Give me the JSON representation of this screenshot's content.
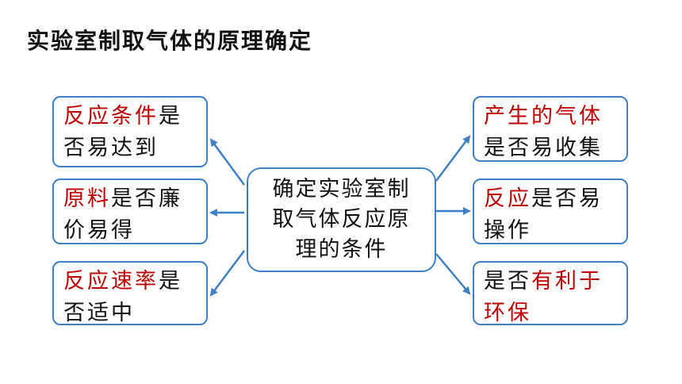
{
  "title": "实验室制取气体的原理确定",
  "center": {
    "lines": [
      "确定实验室制",
      "取气体反应原",
      "理的条件"
    ]
  },
  "left": [
    {
      "line1_red": "反应条件",
      "line1_black": "是",
      "line2_red": "",
      "line2_black": "否易达到"
    },
    {
      "line1_red": "原料",
      "line1_black": "是否廉",
      "line2_red": "",
      "line2_black": "价易得"
    },
    {
      "line1_red": "反应速率",
      "line1_black": "是",
      "line2_red": "",
      "line2_black": "否适中"
    }
  ],
  "right": [
    {
      "line1_red": "产生的气体",
      "line1_black": "",
      "line2_red": "",
      "line2_black": "是否易收集"
    },
    {
      "line1_red": "反应",
      "line1_black": "是否易",
      "line2_red": "",
      "line2_black": "操作"
    },
    {
      "line1_red": "",
      "line1_black": "是否",
      "line1_red2": "有利于",
      "line2_red": "环保",
      "line2_black": ""
    }
  ],
  "colors": {
    "accent_border": "#3f7fc4",
    "highlight_text": "#c00000",
    "body_text": "#111111"
  }
}
